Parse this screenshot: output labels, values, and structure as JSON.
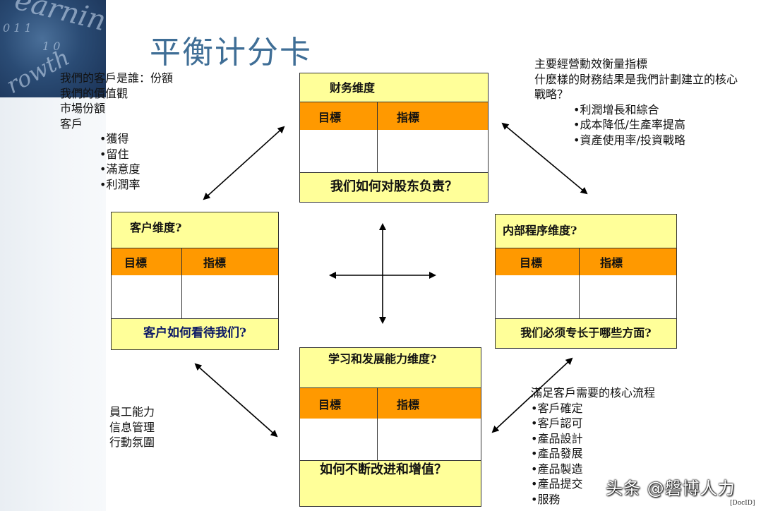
{
  "title": "平衡计分卡",
  "cards": {
    "finance": {
      "heading": "财务维度",
      "goal": "目標",
      "metric": "指標",
      "question": "我们如何对股东负责？"
    },
    "customer": {
      "heading": "客户维度?",
      "goal": "目標",
      "metric": "指標",
      "question": "客户如何看待我们?"
    },
    "internal": {
      "heading": "内部程序维度?",
      "goal": "目標",
      "metric": "指標",
      "question": "我们必须专长于哪些方面?"
    },
    "learning": {
      "heading": "学习和发展能力维度?",
      "goal": "目標",
      "metric": "指標",
      "question": "如何不断改进和增值？"
    }
  },
  "notes": {
    "customer": {
      "lines": [
        "我們的客戶是誰：份額",
        "我們的價值觀",
        "市場份額",
        "客戶"
      ],
      "bullets": [
        "•獲得",
        "•留住",
        "•滿意度",
        "•利潤率"
      ]
    },
    "finance": {
      "lines": [
        "主要經營勳效衡量指標",
        "什麽樣的財務結果是我們計劃建立的核心",
        "戰略？"
      ],
      "bullets": [
        "•利潤增長和綜合",
        "•成本降低/生產率提高",
        "•資產使用率/投資戰略"
      ]
    },
    "learning": {
      "lines": [
        "員工能力",
        "信息管理",
        "行動氛圍"
      ]
    },
    "internal": {
      "lines": [
        "滿足客戶需要的核心流程"
      ],
      "bullets": [
        "•客戶確定",
        "•客戶認可",
        "•產品設計",
        "•產品發展",
        "•產品製造",
        "•產品提交",
        "•服務"
      ]
    }
  },
  "corner_art_text": [
    "earnin",
    "rowth",
    "0 1 1",
    "1 0"
  ],
  "watermark": "头条 @磐博人力",
  "doc_id": "[DocID]",
  "colors": {
    "card_fill": "#ffff99",
    "header_orange": "#ff9900",
    "title_blue": "#3f6e96",
    "question_navy": "#0d1a66"
  }
}
